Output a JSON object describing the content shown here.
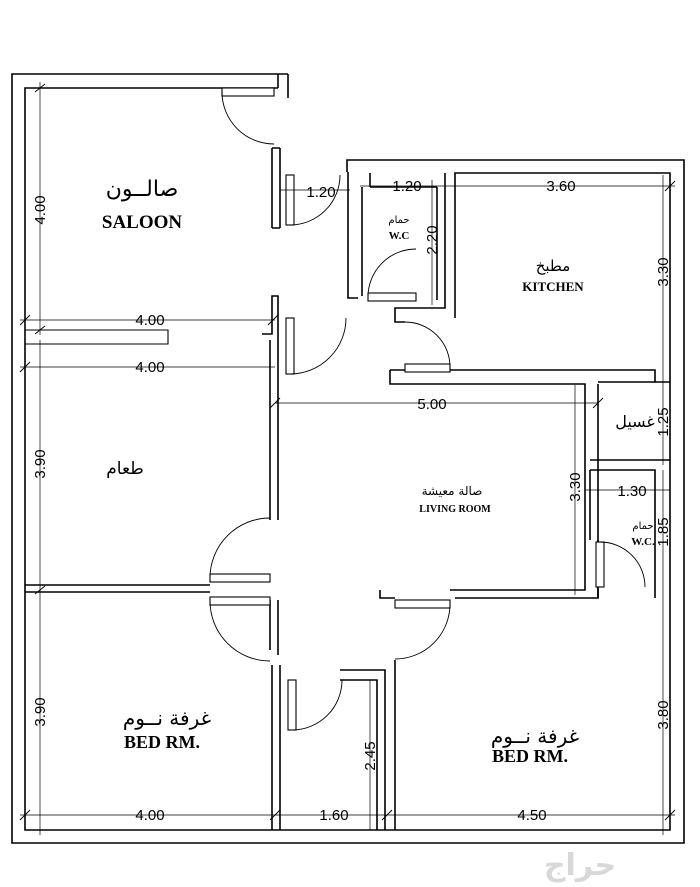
{
  "rooms": {
    "saloon": {
      "ar": "صالــون",
      "en": "SALOON"
    },
    "dining": {
      "ar": "طعام"
    },
    "wc1": {
      "ar": "حمام",
      "en": "W.C"
    },
    "kitchen": {
      "ar": "مطبخ",
      "en": "KITCHEN"
    },
    "laundry": {
      "ar": "غسيل"
    },
    "living": {
      "ar": "صالة معيشة",
      "en": "LIVING ROOM"
    },
    "wc2": {
      "ar": "حمام",
      "en": "W.C."
    },
    "bed1": {
      "ar": "غرفة نــوم",
      "en": "BED RM."
    },
    "bed2": {
      "ar": "غرفة نــوم",
      "en": "BED RM."
    }
  },
  "dimensions": {
    "saloon_height": "4.00",
    "saloon_width": "4.00",
    "corridor_width": "1.20",
    "wc1_width": "1.20",
    "wc1_depth": "2.20",
    "kitchen_width": "3.60",
    "kitchen_depth": "3.30",
    "dining_width": "4.00",
    "dining_height": "3.90",
    "living_width": "5.00",
    "living_depth": "3.30",
    "laundry_depth": "1.25",
    "wc2_width": "1.30",
    "wc2_depth": "1.85",
    "bed1_height": "3.90",
    "bed1_width": "4.00",
    "hall_width": "1.60",
    "hall_depth": "2.45",
    "bed2_width": "4.50",
    "bed2_height": "3.80"
  },
  "watermark": "حراج"
}
